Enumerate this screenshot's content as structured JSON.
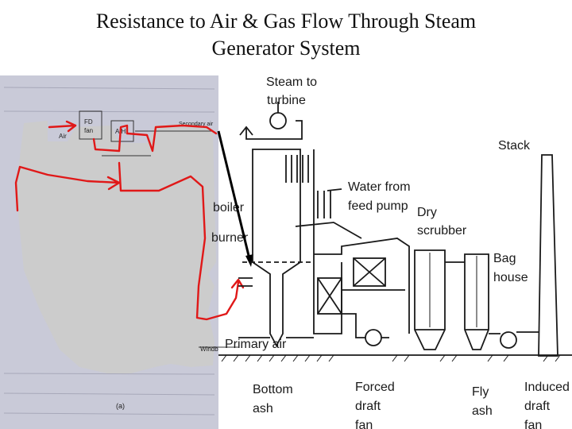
{
  "slide": {
    "title_line1": "Resistance to Air & Gas Flow Through Steam",
    "title_line2": "Generator System"
  },
  "left_figure": {
    "labels": {
      "air": "Air",
      "fd_fan_1": "FD",
      "fd_fan_2": "fan",
      "aph": "A.H",
      "secondary_air": "Secondary air",
      "boiler_partial": "boiler",
      "burner_partial": "burner",
      "windbox_partial": "Windb",
      "figure_tag": "(a)"
    }
  },
  "right_figure": {
    "labels": {
      "steam_1": "Steam to",
      "steam_2": "turbine",
      "stack": "Stack",
      "water_1": "Water from",
      "water_2": "feed pump",
      "dry_1": "Dry",
      "dry_2": "scrubber",
      "bag_1": "Bag",
      "bag_2": "house",
      "primary_air": "Primary air",
      "bottom_1": "Bottom",
      "bottom_2": "ash",
      "forced_1": "Forced",
      "forced_2": "draft",
      "forced_3": "fan",
      "fly_1": "Fly",
      "fly_2": "ash",
      "induced_1": "Induced",
      "induced_2": "draft",
      "induced_3": "fan"
    }
  },
  "colors": {
    "annotation_red": "#e01818",
    "gray_blob": "#cccccc",
    "left_paper": "#c9cad8",
    "ink": "#1a1a1a"
  }
}
